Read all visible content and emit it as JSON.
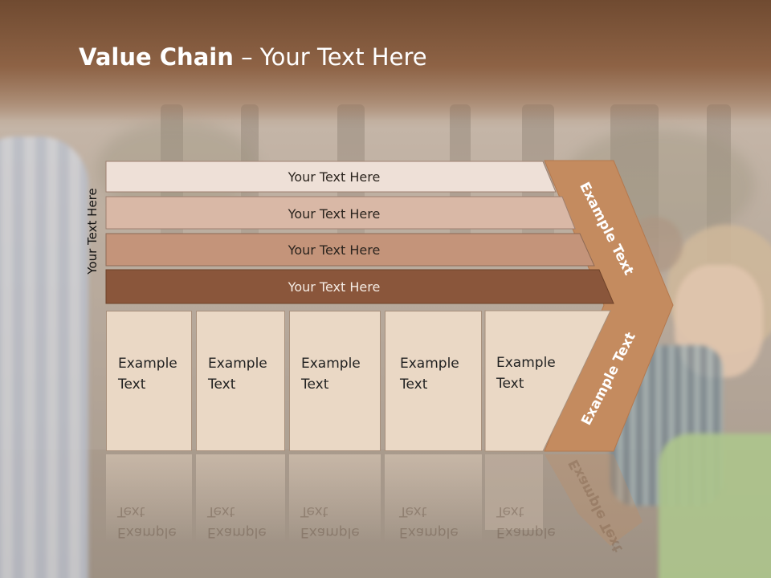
{
  "slide": {
    "title_bold": "Value Chain",
    "title_rest": " – Your Text Here",
    "vertical_label": "Your Text Here"
  },
  "bars": [
    {
      "label": "Your Text Here",
      "color": "#eee0d7"
    },
    {
      "label": "Your Text Here",
      "color": "#d9b8a6"
    },
    {
      "label": "Your Text Here",
      "color": "#c4947a"
    },
    {
      "label": "Your Text Here",
      "color": "#8a563b"
    }
  ],
  "columns": [
    {
      "line1": "Example",
      "line2": "Text"
    },
    {
      "line1": "Example",
      "line2": "Text"
    },
    {
      "line1": "Example",
      "line2": "Text"
    },
    {
      "line1": "Example",
      "line2": "Text"
    },
    {
      "line1": "Example",
      "line2": "Text"
    }
  ],
  "chevron": {
    "upper_label": "Example Text",
    "lower_label": "Example Text",
    "color": "#c48b5f"
  },
  "colors": {
    "column_fill": "#ead8c5",
    "header": "#7a5339"
  }
}
